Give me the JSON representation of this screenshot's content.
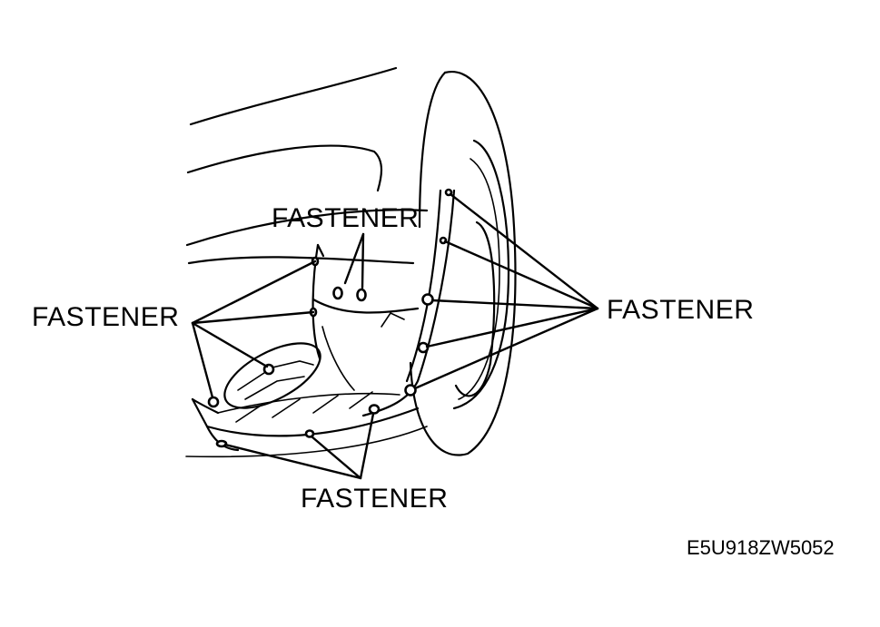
{
  "labels": {
    "top": "FASTENER",
    "left": "FASTENER",
    "right": "FASTENER",
    "bottom": "FASTENER"
  },
  "figure_code": "E5U918ZW5052"
}
